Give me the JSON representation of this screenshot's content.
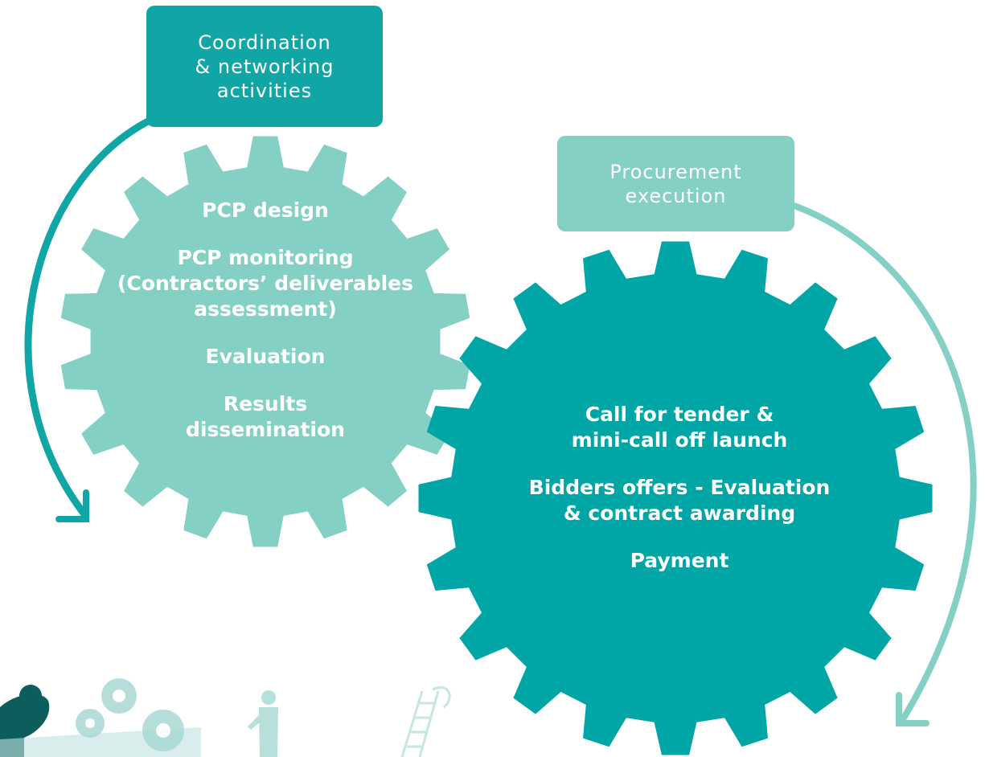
{
  "coordination_box": {
    "text": "Coordination\n& networking\nactivities",
    "color": "#10a6a6"
  },
  "procurement_box": {
    "text": "Procurement\nexecution",
    "color": "#84d0c5"
  },
  "left_gear": {
    "color": "#84d0c5",
    "items": [
      "PCP design",
      "PCP monitoring\n(Contractors’ deliverables\nassessment)",
      "Evaluation",
      "Results\ndissemination"
    ]
  },
  "right_gear": {
    "color": "#00a6a6",
    "items": [
      "Call for tender &\nmini-call off launch",
      "Bidders offers - Evaluation\n& contract awarding",
      "Payment"
    ]
  },
  "icons": [
    "curved-arrow-left-icon",
    "curved-arrow-right-icon",
    "gears-silhouette-icon",
    "person-silhouette-icon",
    "person-reading-silhouette-icon",
    "ladder-silhouette-icon"
  ]
}
